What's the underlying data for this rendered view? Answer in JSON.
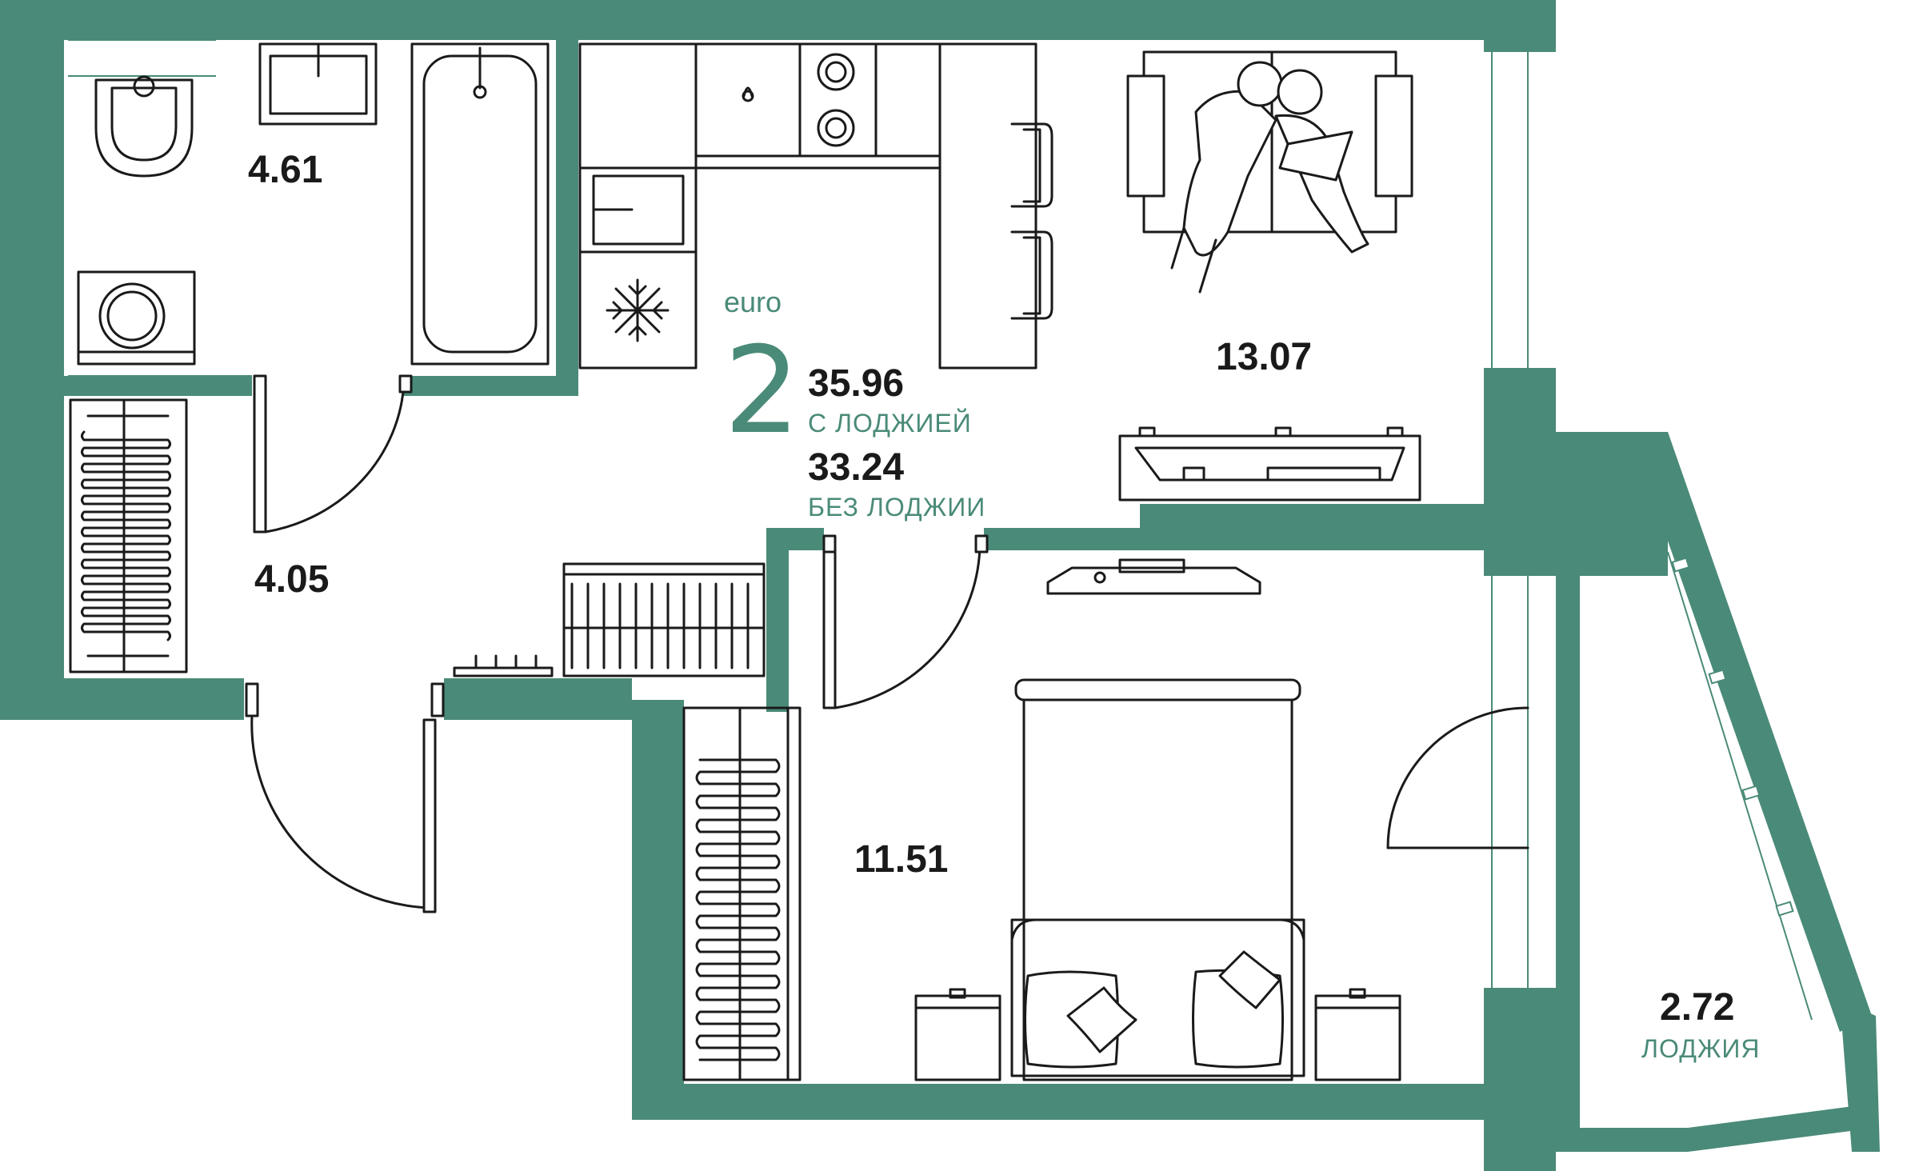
{
  "colors": {
    "wall": "#4a8a78",
    "furniture": "#1a1a1a",
    "accent": "#4a8a78",
    "background": "#ffffff"
  },
  "apartment": {
    "type_label": "euro",
    "rooms_count": "2",
    "area_with_loggia": "35.96",
    "area_with_loggia_label": "С ЛОДЖИЕЙ",
    "area_without_loggia": "33.24",
    "area_without_loggia_label": "БЕЗ ЛОДЖИИ"
  },
  "rooms": {
    "bathroom": {
      "area": "4.61"
    },
    "hallway": {
      "area": "4.05"
    },
    "living_kitchen": {
      "area": "13.07"
    },
    "bedroom": {
      "area": "11.51"
    },
    "loggia": {
      "area": "2.72",
      "label": "ЛОДЖИЯ"
    }
  },
  "icons": [
    "toilet-icon",
    "sink-icon",
    "bathtub-icon",
    "washing-machine-icon",
    "stove-icon",
    "fridge-icon",
    "sofa-icon",
    "tv-icon",
    "bed-icon",
    "wardrobe-icon",
    "people-icon"
  ]
}
